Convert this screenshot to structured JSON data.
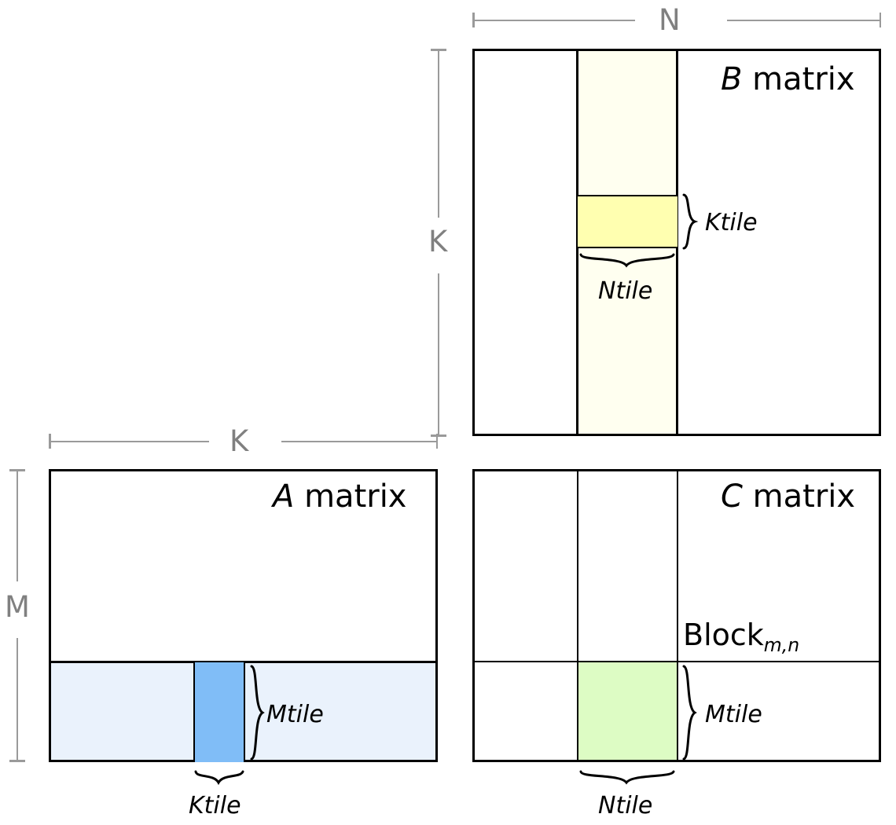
{
  "diagram": {
    "title_hidden": "Tiled matrix multiplication blocking diagram",
    "matrices": [
      {
        "key": "a",
        "label_italic": "A",
        "label_rest": " matrix"
      },
      {
        "key": "b",
        "label_italic": "B",
        "label_rest": " matrix"
      },
      {
        "key": "c",
        "label_italic": "C",
        "label_rest": " matrix"
      }
    ],
    "dimensions": {
      "n": "N",
      "k_vertical": "K",
      "k_horizontal": "K",
      "m": "M"
    },
    "tiles": {
      "ktile_b": "Ktile",
      "ntile_b": "Ntile",
      "ktile_a": "Ktile",
      "mtile_a": "Mtile",
      "mtile_c": "Mtile",
      "ntile_c": "Ntile"
    },
    "block_label": {
      "text": "Block",
      "subscript": "m,n"
    },
    "colors": {
      "outline": "#000000",
      "dim_gray": "#808080",
      "b_strip": "#fffff0",
      "b_ktile": "#ffffb0",
      "a_band": "#eaf2fc",
      "a_ktile": "#80bdf7",
      "c_tile": "#ddfcc4",
      "background": "#ffffff"
    }
  }
}
